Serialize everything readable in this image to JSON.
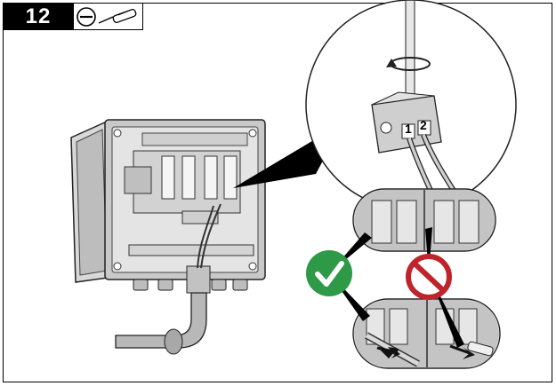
{
  "step": {
    "number": "12",
    "tool_icon": "screwdriver-icon"
  },
  "illustration": {
    "terminal_labels": [
      "1",
      "2"
    ],
    "correct_icon": "checkmark-icon",
    "correct_color": "#2e9a48",
    "incorrect_icon": "prohibited-icon",
    "incorrect_color": "#c0242b",
    "arrow_color": "#111111"
  }
}
